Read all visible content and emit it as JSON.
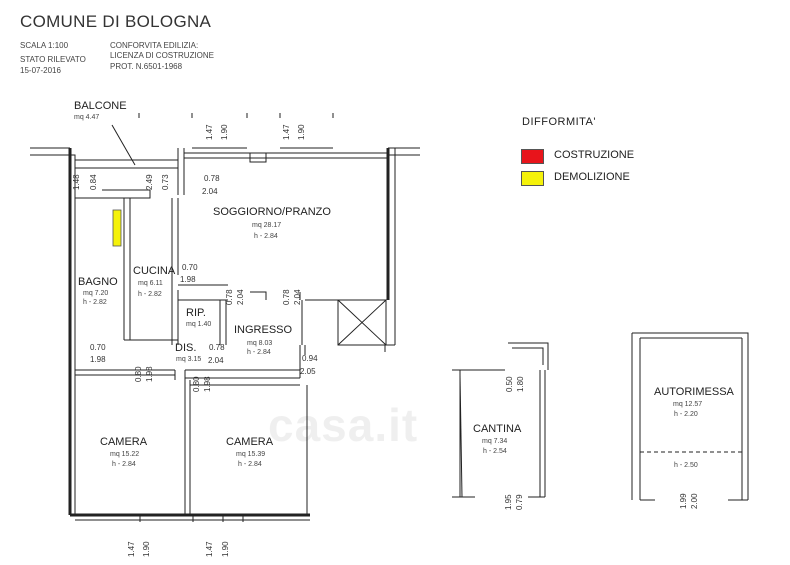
{
  "header": {
    "title": "COMUNE DI BOLOGNA",
    "scale": "SCALA 1:100",
    "state": "STATO RILEVATO",
    "date": "15-07-2016",
    "conformity": "CONFORVITA EDILIZIA:",
    "license": "LICENZA DI COSTRUZIONE",
    "protocol": "PROT. N.6501-1968"
  },
  "legend": {
    "title": "DIFFORMITA'",
    "items": [
      {
        "label": "COSTRUZIONE",
        "color": "#e8141b"
      },
      {
        "label": "DEMOLIZIONE",
        "color": "#f5f20a"
      }
    ]
  },
  "rooms": {
    "balcone": {
      "name": "BALCONE",
      "area": "mq 4.47"
    },
    "soggiorno": {
      "name": "SOGGIORNO/PRANZO",
      "area": "mq 28.17",
      "height": "h - 2.84"
    },
    "bagno": {
      "name": "BAGNO",
      "area": "mq 7.20",
      "height": "h - 2.82"
    },
    "cucina": {
      "name": "CUCINA",
      "area": "mq 6.11",
      "height": "h - 2.82"
    },
    "rip": {
      "name": "RIP.",
      "area": "mq 1.40"
    },
    "ingresso": {
      "name": "INGRESSO",
      "area": "mq 8.03",
      "height": "h - 2.84"
    },
    "dis": {
      "name": "DIS.",
      "area": "mq 3.15"
    },
    "camera1": {
      "name": "CAMERA",
      "area": "mq 15.22",
      "height": "h - 2.84"
    },
    "camera2": {
      "name": "CAMERA",
      "area": "mq 15.39",
      "height": "h - 2.84"
    },
    "cantina": {
      "name": "CANTINA",
      "area": "mq 7.34",
      "height": "h - 2.54"
    },
    "autorimessa": {
      "name": "AUTORIMESSA",
      "area": "mq 12.57",
      "height": "h - 2.20",
      "height2": "h - 2.50"
    }
  },
  "dimensions": {
    "top_a1": "1.47",
    "top_a2": "1.90",
    "top_b1": "1.47",
    "top_b2": "1.90",
    "bal_1": "1.48",
    "bal_2": "0.84",
    "bal_3": "2.49",
    "bal_4": "0.73",
    "sog_w1": "0.78",
    "sog_w2": "2.04",
    "cuc_w1": "0.70",
    "cuc_w2": "1.98",
    "mid_1": "0.78",
    "mid_2": "2.04",
    "mid_3": "0.78",
    "mid_4": "2.04",
    "dis_w1": "0.70",
    "dis_w2": "1.98",
    "dis_w3": "0.78",
    "dis_w4": "2.04",
    "cam_d1": "0.80",
    "cam_d2": "1.98",
    "cam_d3": "0.80",
    "cam_d4": "1.98",
    "ing_w1": "0.94",
    "ing_w2": "2.05",
    "bot_a1": "1.47",
    "bot_a2": "1.90",
    "bot_b1": "1.47",
    "bot_b2": "1.90",
    "can_t1": "0.50",
    "can_t2": "1.80",
    "can_b1": "1.95",
    "can_b2": "0.79",
    "aut_b1": "1.99",
    "aut_b2": "2.00"
  },
  "watermark": "casa.it"
}
